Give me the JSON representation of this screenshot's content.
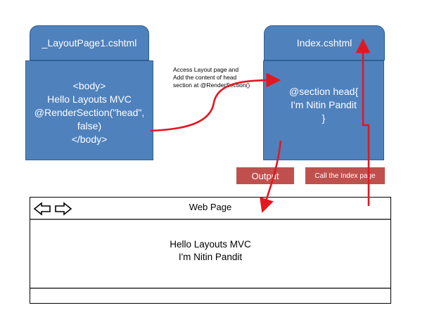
{
  "layout_page": {
    "title": "_LayoutPage1.cshtml",
    "lines": [
      "<body>",
      "Hello Layouts MVC",
      "@RenderSection(\"head\",",
      "false)",
      "</body>"
    ]
  },
  "index_page": {
    "title": "Index.cshtml",
    "lines": [
      "@section head{",
      "I'm Nitin Pandit",
      "}"
    ]
  },
  "annotation": {
    "lines": [
      "Access Layout page and",
      "Add the content of head",
      "section at @RenderSection()"
    ]
  },
  "labels": {
    "output": "Output",
    "call_index": "Call the Index page"
  },
  "web_page": {
    "title": "Web Page",
    "lines": [
      "Hello Layouts MVC",
      "I'm Nitin Pandit"
    ]
  },
  "colors": {
    "block_blue": "#4f81bd",
    "label_red": "#c0504d",
    "arrow_red": "#e3171f"
  },
  "icons": [
    "back-arrow-icon",
    "forward-arrow-icon"
  ]
}
